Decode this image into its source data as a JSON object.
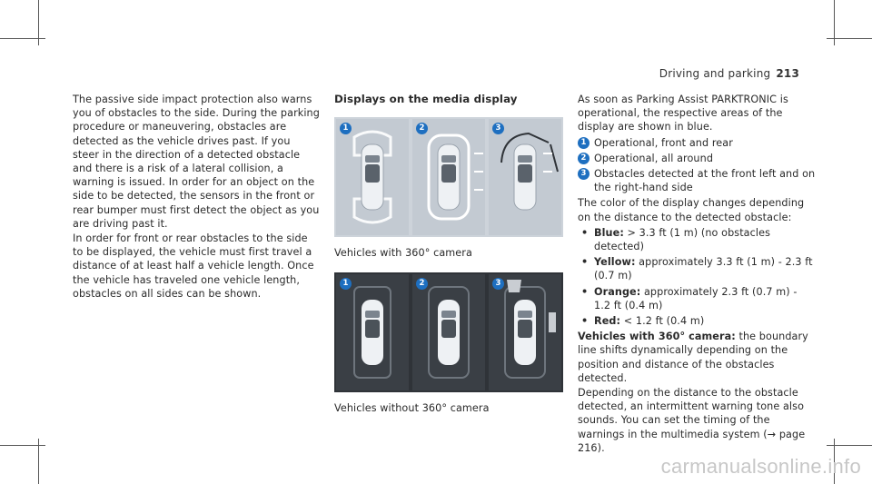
{
  "header": {
    "section": "Driving and parking",
    "page_number": "213"
  },
  "col1": {
    "paragraphs": [
      "The passive side impact protection also warns you of obstacles to the side. During the parking procedure or maneuvering, obstacles are detected as the vehicle drives past. If you steer in the direction of a detected obstacle and there is a risk of a lateral collision, a warning is issued. In order for an object on the side to be detected, the sensors in the front or rear bumper must first detect the object as you are driving past it.",
      "In order for front or rear obstacles to the side to be displayed, the vehicle must first travel a distance of at least half a vehicle length. Once the vehicle has traveled one vehicle length, obstacles on all sides can be shown."
    ]
  },
  "col2": {
    "heading": "Displays on the media display",
    "caption_with_camera": "Vehicles with 360° camera",
    "caption_without_camera": "Vehicles without 360° camera",
    "badges": [
      "1",
      "2",
      "3"
    ]
  },
  "col3": {
    "intro": "As soon as Parking Assist PARKTRONIC is operational, the respective areas of the display are shown in blue.",
    "items": [
      {
        "num": "1",
        "text": "Operational, front and rear"
      },
      {
        "num": "2",
        "text": "Operational, all around"
      },
      {
        "num": "3",
        "text": "Obstacles detected at the front left and on the right-hand side"
      }
    ],
    "color_intro": "The color of the display changes depending on the distance to the detected obstacle:",
    "colors": [
      {
        "label": "Blue:",
        "text": " > 3.3 ft (1 m) (no obstacles detected)"
      },
      {
        "label": "Yellow:",
        "text": " approximately 3.3 ft (1 m) - 2.3 ft (0.7 m)"
      },
      {
        "label": "Orange:",
        "text": " approximately 2.3 ft (0.7 m) - 1.2 ft (0.4 m)"
      },
      {
        "label": "Red:",
        "text": " < 1.2 ft (0.4 m)"
      }
    ],
    "camera_label": "Vehicles with 360° camera:",
    "camera_text": " the boundary line shifts dynamically depending on the position and distance of the obstacles detected.",
    "closing": "Depending on the distance to the obstacle detected, an intermittent warning tone also sounds. You can set the timing of the warnings in the multimedia system (→ page 216)."
  },
  "watermark": "carmanualsonline.info",
  "colors": {
    "badge": "#1e6fc0",
    "panel_light": "#d8dde4",
    "panel_dark": "#2f3338",
    "highlight": "#7fb3e6"
  }
}
